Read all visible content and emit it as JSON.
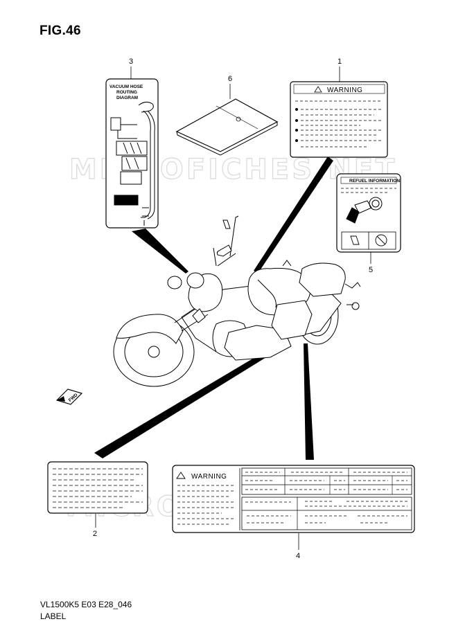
{
  "figure": {
    "title": "FIG.46"
  },
  "watermark": {
    "text": "MICROFICHES.NET"
  },
  "callouts": [
    "1",
    "2",
    "3",
    "4",
    "5",
    "6"
  ],
  "labels": {
    "vacuum": {
      "line1": "VACUUM HOSE",
      "line2": "ROUTING",
      "line3": "DIAGRAM"
    },
    "warning_small": {
      "text": "WARNING"
    },
    "warning_large": {
      "text": "WARNING"
    },
    "refuel": {
      "text": "REFUEL INFORMATION"
    },
    "fwd": {
      "text": "FWD"
    }
  },
  "footer": {
    "code": "VL1500K5 E03 E28_046",
    "label": "LABEL"
  },
  "colors": {
    "ink": "#000000",
    "watermark": "#d8d8d8",
    "paper": "#ffffff"
  }
}
